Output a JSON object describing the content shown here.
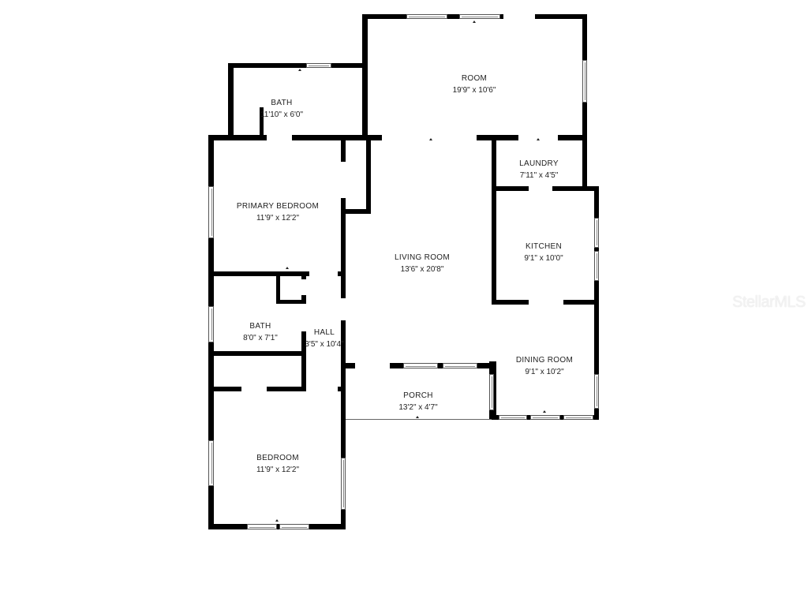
{
  "floorplan": {
    "rooms": [
      {
        "id": "room",
        "name": "ROOM",
        "dims": "19'9\" x 10'6\""
      },
      {
        "id": "bath-top",
        "name": "BATH",
        "dims": "11'10\" x 6'0\""
      },
      {
        "id": "primary-bedroom",
        "name": "PRIMARY BEDROOM",
        "dims": "11'9\" x 12'2\""
      },
      {
        "id": "living-room",
        "name": "LIVING ROOM",
        "dims": "13'6\" x 20'8\""
      },
      {
        "id": "laundry",
        "name": "LAUNDRY",
        "dims": "7'11\" x 4'5\""
      },
      {
        "id": "kitchen",
        "name": "KITCHEN",
        "dims": "9'1\" x 10'0\""
      },
      {
        "id": "bath-middle",
        "name": "BATH",
        "dims": "8'0\" x 7'1\""
      },
      {
        "id": "hall",
        "name": "HALL",
        "dims": "3'5\" x 10'4\""
      },
      {
        "id": "dining-room",
        "name": "DINING ROOM",
        "dims": "9'1\" x 10'2\""
      },
      {
        "id": "porch",
        "name": "PORCH",
        "dims": "13'2\" x 4'7\""
      },
      {
        "id": "bedroom",
        "name": "BEDROOM",
        "dims": "11'9\" x 12'2\""
      }
    ],
    "watermark": "StellarMLS",
    "colors": {
      "wall": "#000000",
      "background": "#ffffff",
      "text": "#222222",
      "watermark": "#f2f2f2"
    }
  }
}
